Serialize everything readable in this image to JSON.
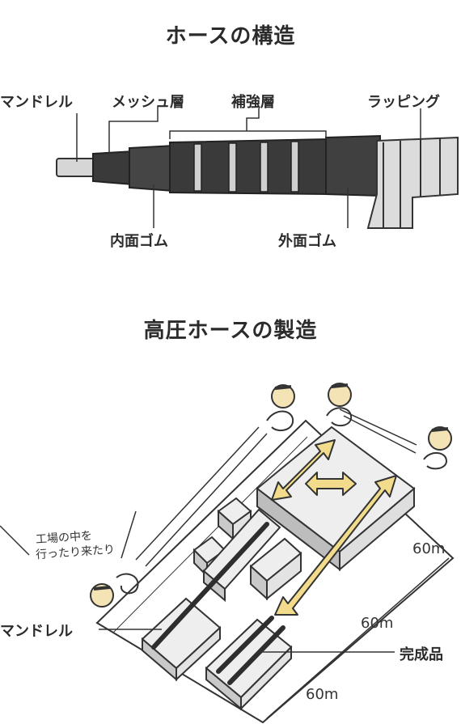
{
  "structure": {
    "title": "ホースの構造",
    "labels": {
      "mandrel": "マンドレル",
      "mesh": "メッシュ層",
      "reinforcement": "補強層",
      "wrapping": "ラッピング",
      "inner_rubber": "内面ゴム",
      "outer_rubber": "外面ゴム"
    }
  },
  "manufacturing": {
    "title": "高圧ホースの製造",
    "note_line1": "工場の中を",
    "note_line2": "行ったり来たり",
    "labels": {
      "mandrel": "マンドレル",
      "finished": "完成品",
      "dim_a": "60m",
      "dim_b": "60m",
      "dim_c": "60m"
    }
  },
  "colors": {
    "hose_dark": "#3a3a3a",
    "hose_mid": "#4a4a4a",
    "arrow_yellow": "#f2dc8c",
    "wrap_gray": "#d8d8d8"
  }
}
